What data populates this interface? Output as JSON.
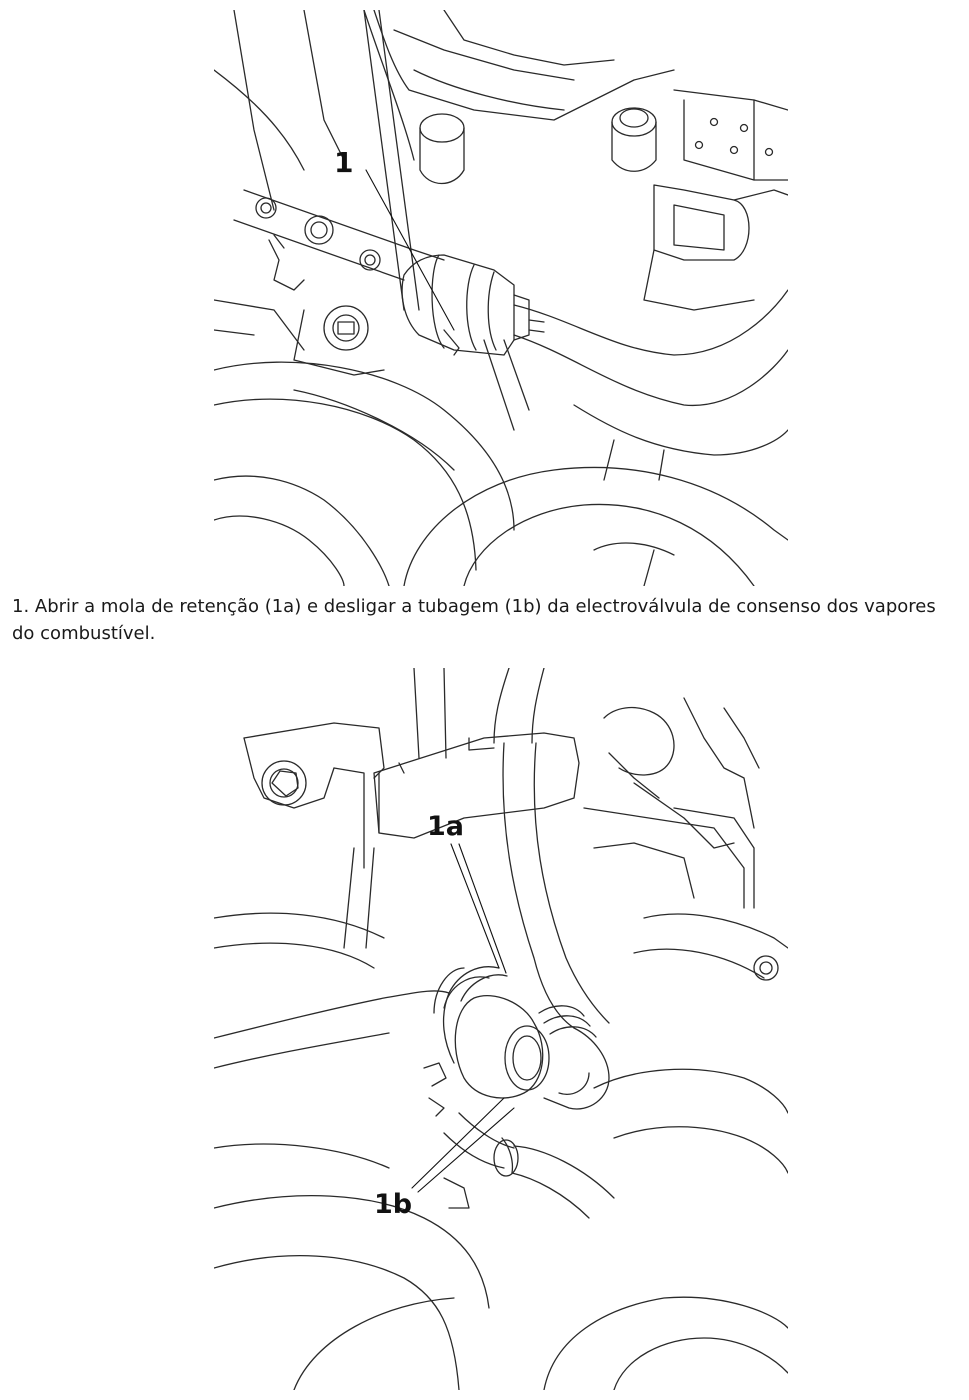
{
  "figure_top": {
    "callout_1": "1"
  },
  "step": {
    "text": "1. Abrir a mola de retenção (1a) e desligar a tubagem (1b) da electroválvula de consenso dos vapores do combustível."
  },
  "figure_bottom": {
    "callout_1a": "1a",
    "callout_1b": "1b"
  },
  "colors": {
    "line": "#2a2a2a",
    "background": "#ffffff"
  }
}
